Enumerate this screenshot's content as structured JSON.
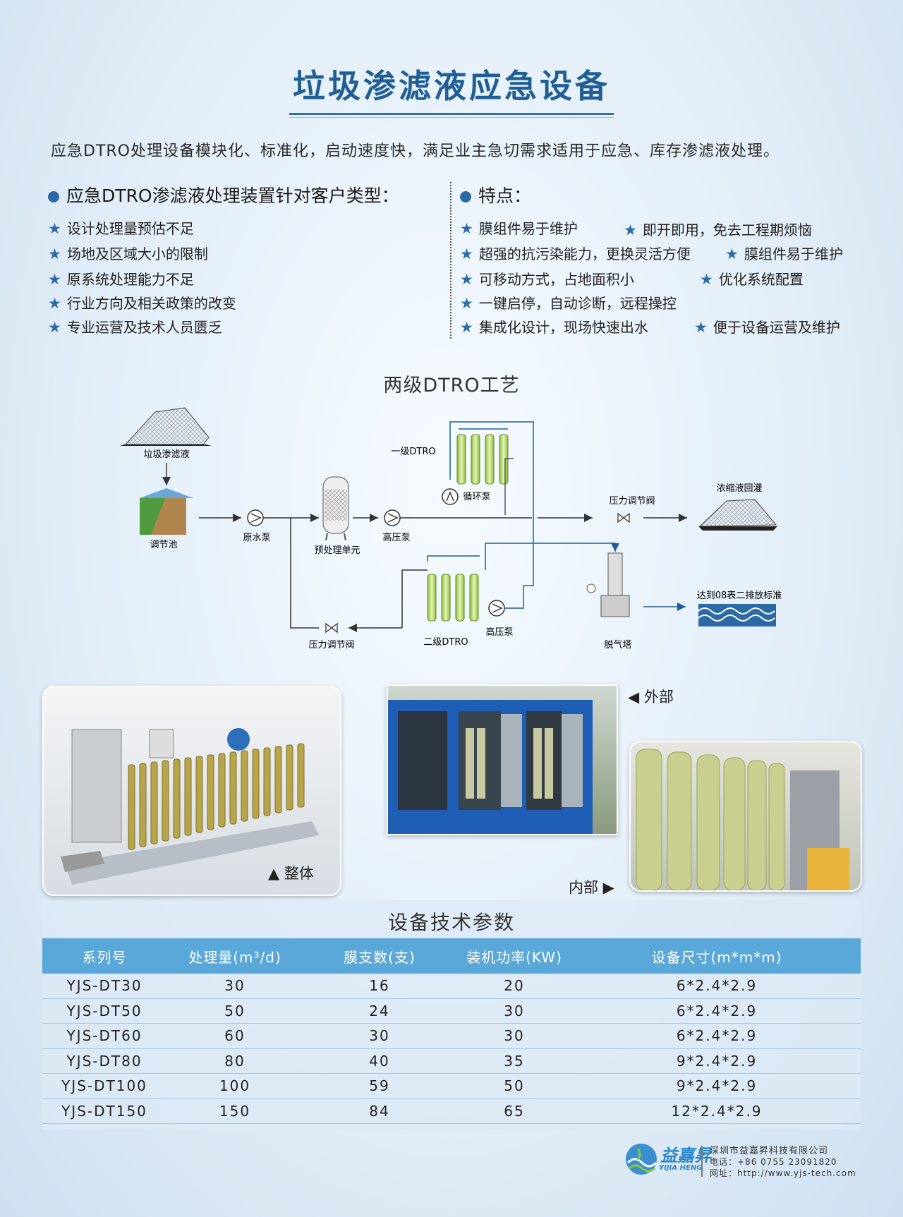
{
  "header": {
    "title": "垃圾渗滤液应急设备",
    "intro": "应急DTRO处理设备模块化、标准化，启动速度快，满足业主急切需求适用于应急、库存渗滤液处理。"
  },
  "clients": {
    "heading": "应急DTRO渗滤液处理装置针对客户类型：",
    "items": [
      "设计处理量预估不足",
      "场地及区域大小的限制",
      "原系统处理能力不足",
      "行业方向及相关政策的改变",
      "专业运营及技术人员匮乏"
    ]
  },
  "features": {
    "heading": "特点：",
    "rows": [
      [
        "膜组件易于维护",
        "即开即用，免去工程期烦恼"
      ],
      [
        "超强的抗污染能力，更换灵活方便",
        "膜组件易于维护"
      ],
      [
        "可移动方式，占地面积小",
        "优化系统配置"
      ],
      [
        "一键启停，自动诊断，远程操控",
        ""
      ],
      [
        "集成化设计，现场快速出水",
        "便于设备运营及维护"
      ]
    ]
  },
  "diagram": {
    "title": "两级DTRO工艺",
    "labels": {
      "leachate": "垃圾渗滤液",
      "tank": "调节池",
      "raw_pump": "原水泵",
      "pretreat": "预处理单元",
      "hp_pump1": "高压泵",
      "dtro1": "一级DTRO",
      "circ_pump": "循环泵",
      "valve1": "压力调节阀",
      "concentrate": "浓缩液回灌",
      "standard": "达到08表二排放标准",
      "degas": "脱气塔",
      "hp_pump2": "高压泵",
      "dtro2": "二级DTRO",
      "valve2": "压力调节阀"
    }
  },
  "photos": {
    "whole": "▲ 整体",
    "outside": "◀ 外部",
    "inside": "内部 ▶"
  },
  "table": {
    "title": "设备技术参数",
    "headers": [
      "系列号",
      "处理量(m³/d)",
      "膜支数(支)",
      "装机功率(KW)",
      "设备尺寸(m*m*m)"
    ],
    "rows": [
      [
        "YJS-DT30",
        "30",
        "16",
        "20",
        "6*2.4*2.9"
      ],
      [
        "YJS-DT50",
        "50",
        "24",
        "30",
        "6*2.4*2.9"
      ],
      [
        "YJS-DT60",
        "60",
        "30",
        "30",
        "6*2.4*2.9"
      ],
      [
        "YJS-DT80",
        "80",
        "40",
        "35",
        "9*2.4*2.9"
      ],
      [
        "YJS-DT100",
        "100",
        "59",
        "50",
        "9*2.4*2.9"
      ],
      [
        "YJS-DT150",
        "150",
        "84",
        "65",
        "12*2.4*2.9"
      ]
    ]
  },
  "footer": {
    "brand_cn": "益嘉昇",
    "brand_en": "YIJIA HENG",
    "company": "深圳市益嘉昇科技有限公司",
    "phone": "电话：+86 0755 23091820",
    "web": "网址：http://www.yjs-tech.com"
  },
  "colors": {
    "accent": "#2c6aa6",
    "table_header": "#5aa7d9",
    "title": "#1f5f96"
  }
}
